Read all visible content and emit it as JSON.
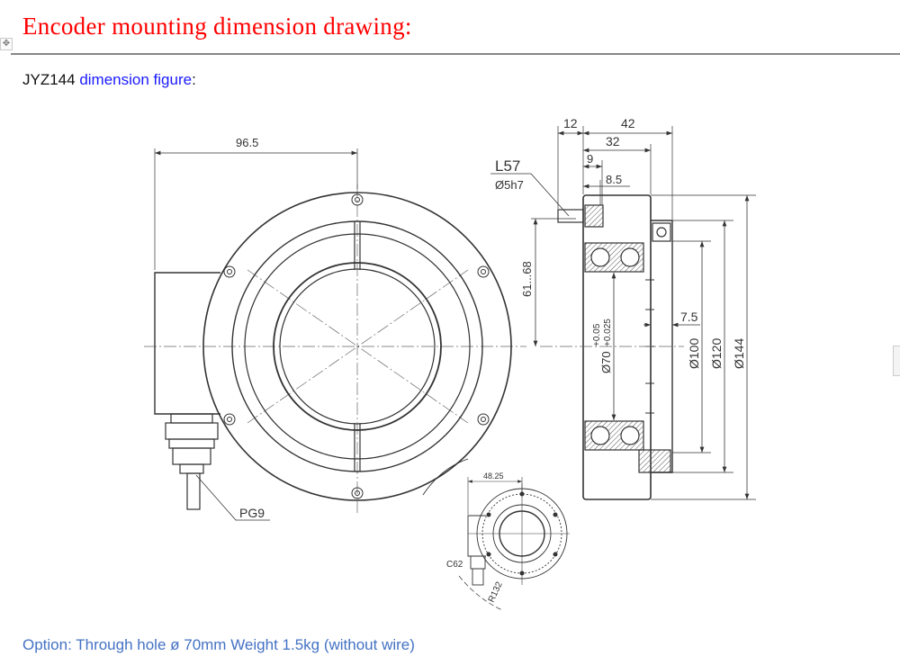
{
  "heading": "Encoder mounting dimension drawing:",
  "subtitle": {
    "model": "JYZ144",
    "link_text": "dimension figure",
    "suffix": ":"
  },
  "drawing": {
    "front": {
      "width_dim": "96.5",
      "gland_label": "PG9"
    },
    "side": {
      "dim_12": "12",
      "dim_42": "42",
      "dim_32": "32",
      "dim_9": "9",
      "dim_8_5": "8.5",
      "shaft_length": "L57",
      "shaft_dia": "Ø5h7",
      "dim_61_68": "61...68",
      "bore": "Ø70",
      "bore_tol_upper": "+0.05",
      "bore_tol_lower": "+0.025",
      "dim_7_5": "7.5",
      "dia_100": "Ø100",
      "dia_120": "Ø120",
      "dia_144": "Ø144"
    },
    "small": {
      "width_dim": "48.25",
      "connector": "C62",
      "radius": "R132"
    }
  },
  "caption": "Option: Through hole ø 70mm Weight 1.5kg (without wire)"
}
